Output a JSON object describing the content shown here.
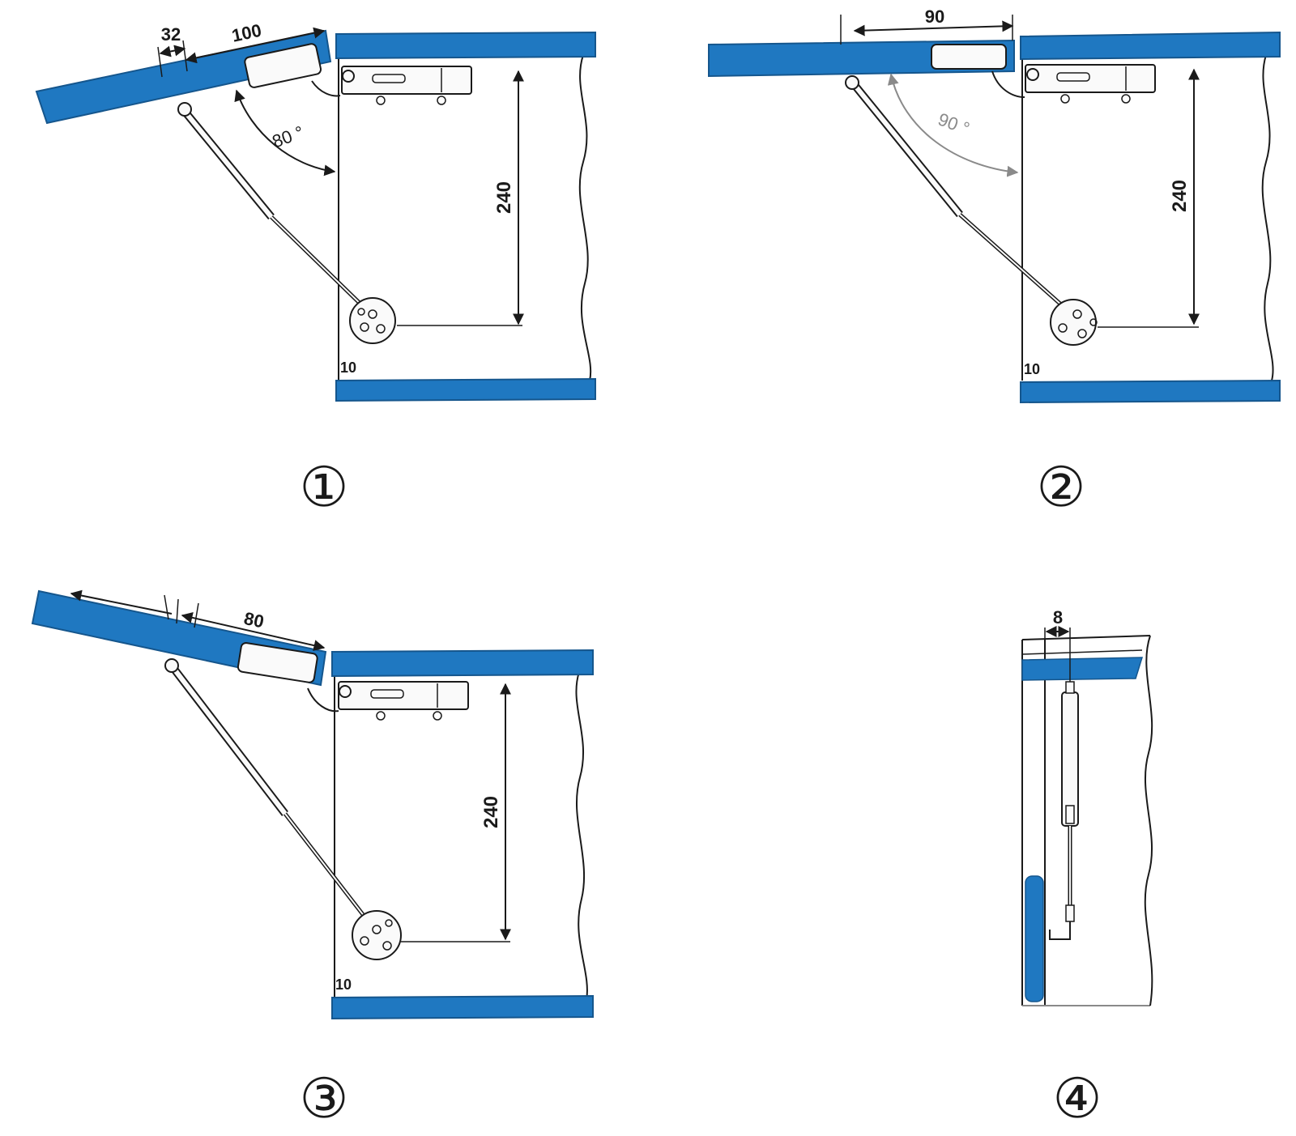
{
  "colors": {
    "panel": "#1f78c1",
    "panel_edge": "#15568d",
    "line": "#1a1a1a",
    "muted_line": "#8a8a8a",
    "hardware_fill": "#fafafa",
    "background": "#ffffff"
  },
  "figures": [
    {
      "id": "1",
      "number": "①",
      "dims": {
        "offset": "32",
        "length": "100",
        "angle": "80 °",
        "height": "240",
        "gap": "10"
      }
    },
    {
      "id": "2",
      "number": "②",
      "dims": {
        "length": "90",
        "angle": "90 °",
        "height": "240",
        "gap": "10"
      }
    },
    {
      "id": "3",
      "number": "③",
      "dims": {
        "length": "80",
        "height": "240",
        "gap": "10"
      }
    },
    {
      "id": "4",
      "number": "④",
      "dims": {
        "width": "8"
      }
    }
  ]
}
